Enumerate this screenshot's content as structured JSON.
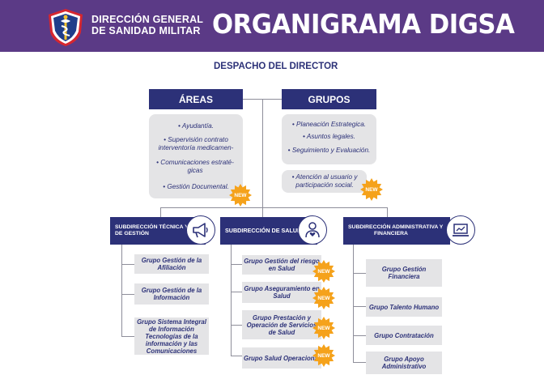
{
  "header": {
    "org_line1": "DIRECCIÓN GENERAL",
    "org_line2": "DE SANIDAD MILITAR",
    "title": "ORGANIGRAMA DIGSA",
    "logo_icon": "caduceus-shield-logo"
  },
  "despacho": "DESPACHO DEL DIRECTOR",
  "areas": {
    "label": "ÁREAS",
    "items": [
      "• Ayudantía.",
      "• Supervisión contrato interventoría medicamen-",
      "• Comunicaciones estraté- gicas",
      "• Gestión Documental."
    ]
  },
  "grupos": {
    "label": "GRUPOS",
    "items": [
      "• Planeación Estrategica.",
      "• Asuntos legales.",
      "• Seguimiento y Evaluación."
    ],
    "extra": "• Atención al usuario y participación social."
  },
  "badge_text": "NEW",
  "subdirecciones": [
    {
      "line1": "SUBDIRECCIÓN TÉCNICA Y",
      "line2": "DE GESTIÓN",
      "icon": "megaphone-icon",
      "groups": [
        "Grupo Gestión de la Afiliación",
        "Grupo Gestión de la Información",
        "Grupo Sistema Integral de Información Tecnologías de la información y las Comunicaciones"
      ]
    },
    {
      "line1": "SUBDIRECCIÓN DE SALUD",
      "line2": "",
      "icon": "health-person-icon",
      "groups": [
        "Grupo Gestión del riesgo en Salud",
        "Grupo Aseguramiento en Salud",
        "Grupo Prestación y Operación de Servicios de Salud",
        "Grupo Salud Operacional"
      ]
    },
    {
      "line1": "SUBDIRECCIÓN ADMINISTRATIVA Y",
      "line2": "FINANCIERA",
      "icon": "laptop-chart-icon",
      "groups": [
        "Grupo Gestión Financiera",
        "Grupo Talento Humano",
        "Grupo Contratación",
        "Grupo Apoyo Administrativo"
      ]
    }
  ],
  "colors": {
    "header_purple": "#5b3a86",
    "navy": "#2c3178",
    "badge_orange": "#f5a21b",
    "grey_box": "#e4e4e6"
  }
}
